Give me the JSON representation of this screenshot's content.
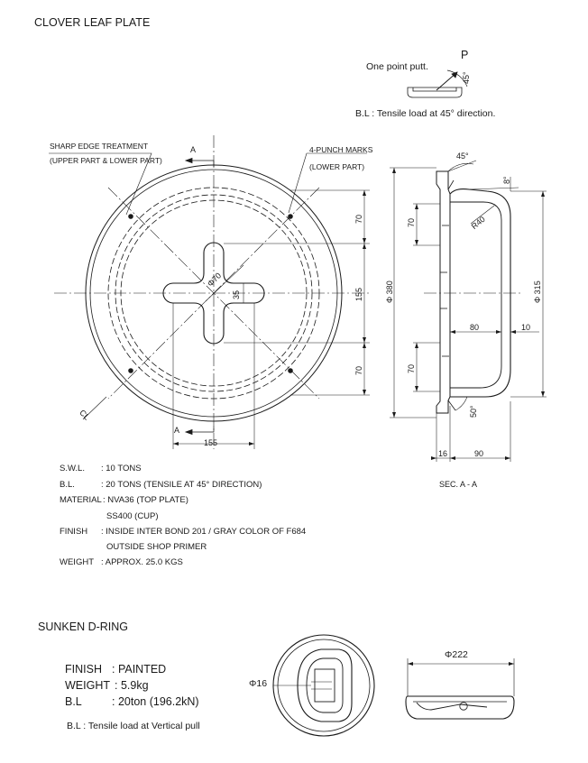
{
  "clover": {
    "title": "CLOVER LEAF PLATE",
    "one_point": "One point putt.",
    "p_label": "P",
    "angle_45": "45°",
    "bl_note": "B.L : Tensile load at 45° direction.",
    "sharp_edge": "SHARP EDGE TREATMENT",
    "upper_lower": "(UPPER PART & LOWER PART)",
    "punch_marks": "4-PUNCH MARKS",
    "lower_part": "(LOWER PART)",
    "section_mark": "A",
    "cl_mark": "CL",
    "dims": {
      "d70": "70",
      "d155": "155",
      "phi70": "Φ70",
      "d35": "35",
      "phi380": "Φ 380",
      "phi315": "Φ 315",
      "r40": "R40",
      "deg8": "8°",
      "deg45": "45°",
      "deg50": "50°",
      "d80": "80",
      "d10": "10",
      "d16": "16",
      "d90": "90"
    },
    "section_caption": "SEC. A - A",
    "specs": [
      {
        "label": "S.W.L.",
        "value": ": 10 TONS"
      },
      {
        "label": "B.L.",
        "value": ": 20 TONS (TENSILE AT 45° DIRECTION)"
      },
      {
        "label": "MATERIAL",
        "value": ": NVA36 (TOP PLATE)"
      },
      {
        "label": "",
        "value": "SS400 (CUP)"
      },
      {
        "label": "FINISH",
        "value": ": INSIDE INTER BOND 201 / GRAY COLOR OF F684"
      },
      {
        "label": "",
        "value": "OUTSIDE SHOP PRIMER"
      },
      {
        "label": "WEIGHT",
        "value": ": APPROX.  25.0 KGS"
      }
    ]
  },
  "dring": {
    "title": "SUNKEN D-RING",
    "specs": [
      {
        "label": "FINISH",
        "value": ": PAINTED"
      },
      {
        "label": "WEIGHT",
        "value": ": 5.9kg"
      },
      {
        "label": "B.L",
        "value": ": 20ton (196.2kN)"
      }
    ],
    "bl_note": "B.L : Tensile load at Vertical pull",
    "phi16": "Φ16",
    "phi222": "Φ222"
  }
}
